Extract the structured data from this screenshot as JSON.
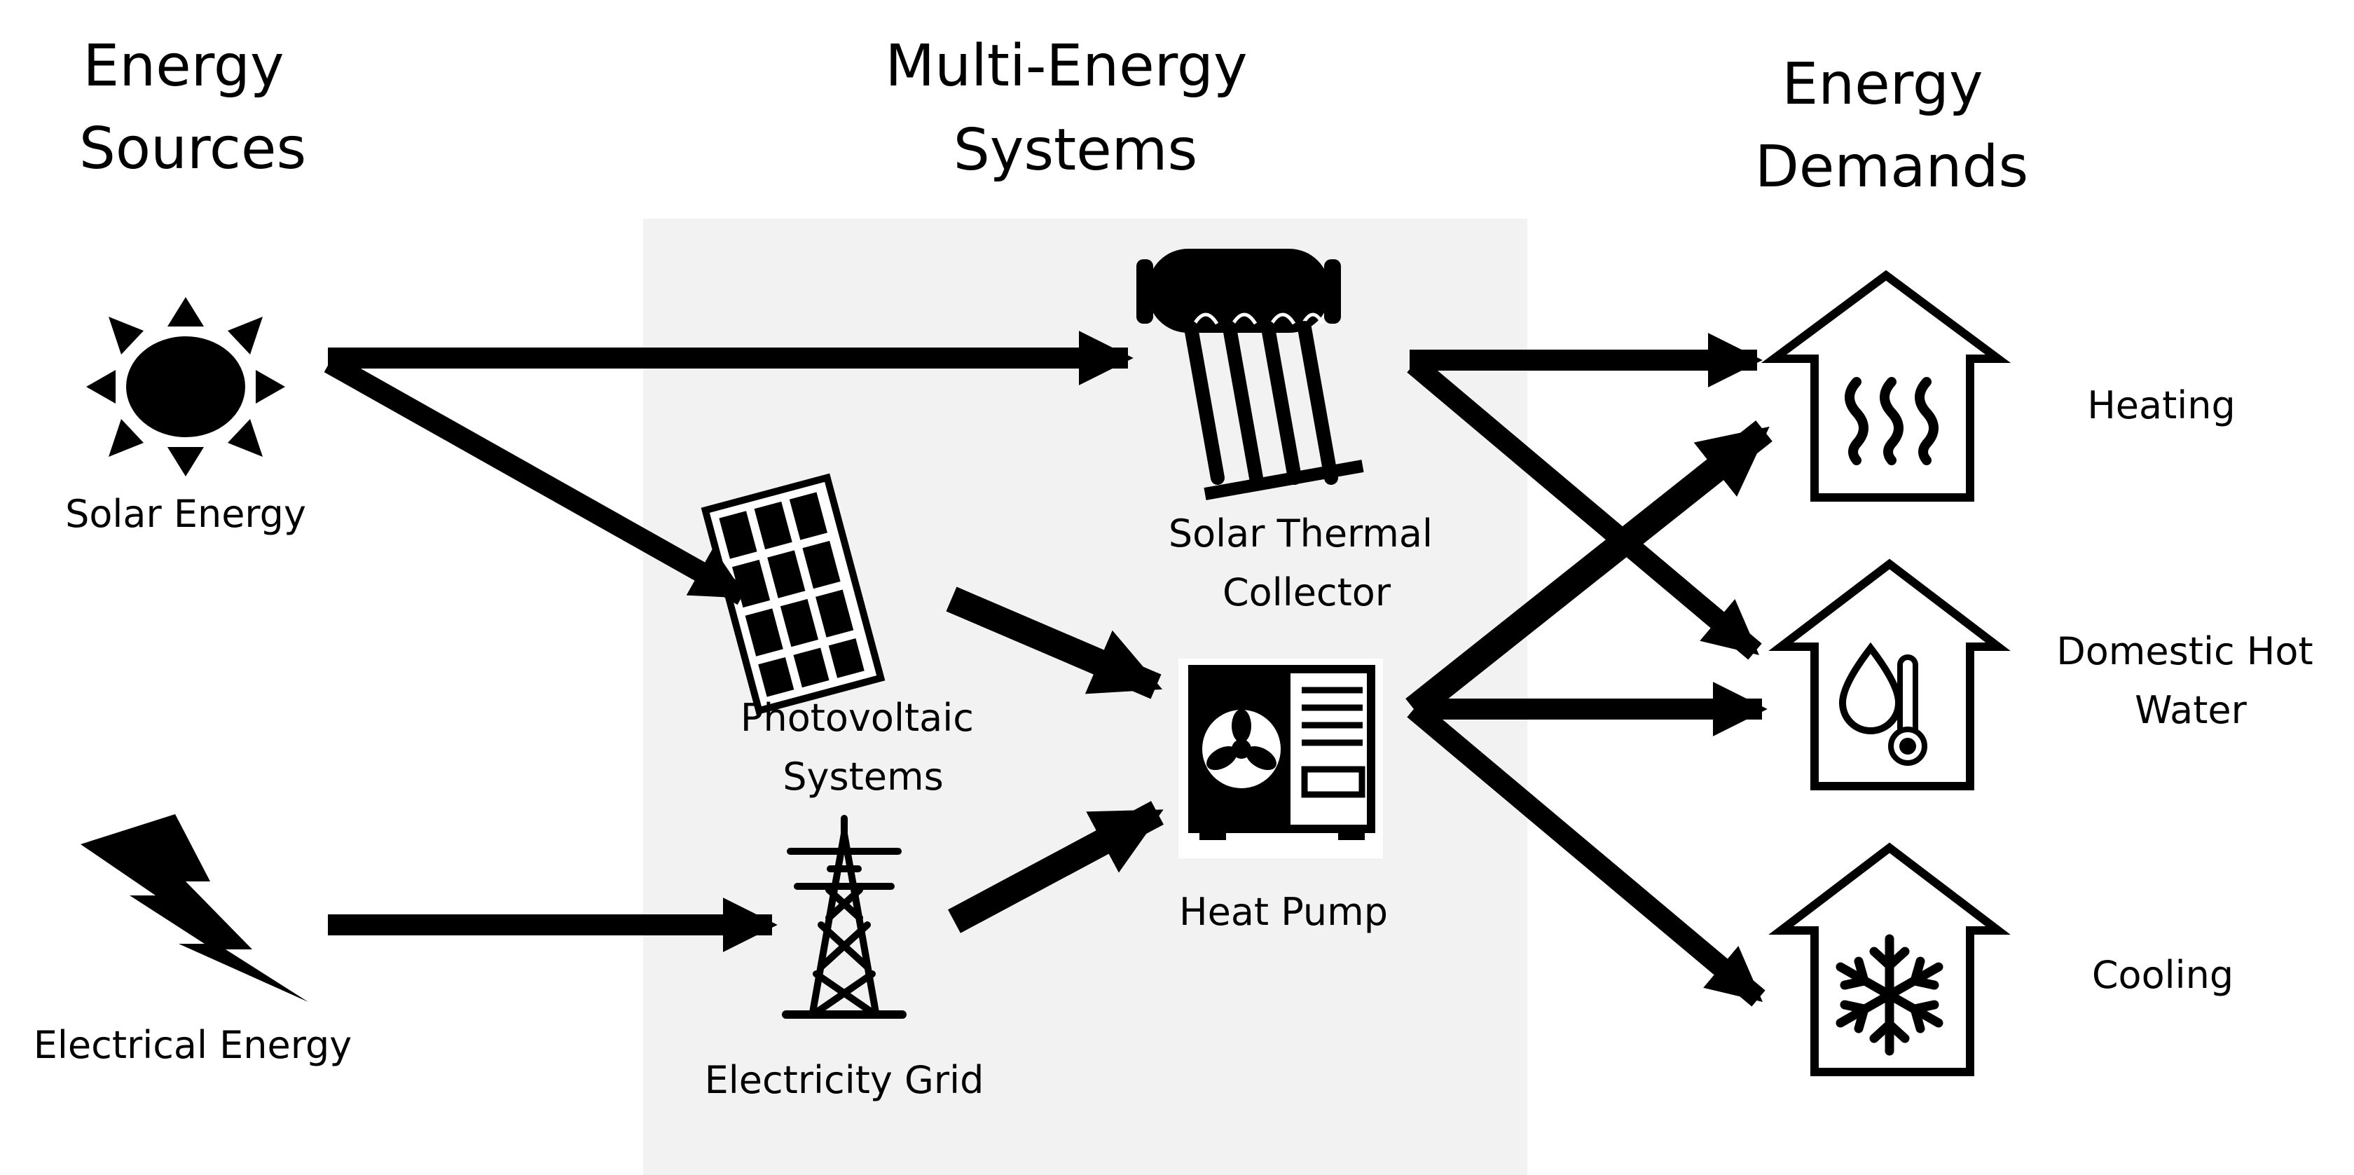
{
  "titles": {
    "sources": [
      "Energy",
      "Sources"
    ],
    "systems": [
      "Multi-Energy",
      "Systems"
    ],
    "demands": [
      "Energy",
      "Demands"
    ]
  },
  "sources": {
    "solar": "Solar Energy",
    "electrical": "Electrical Energy"
  },
  "systems": {
    "solar_thermal": [
      "Solar Thermal",
      "Collector"
    ],
    "photovoltaic": [
      "Photovoltaic",
      "Systems"
    ],
    "heat_pump": "Heat Pump",
    "grid": "Electricity Grid"
  },
  "demands": {
    "heating": "Heating",
    "dhw": [
      "Domestic Hot",
      "Water"
    ],
    "cooling": "Cooling"
  },
  "colors": {
    "panel": "#f2f2f2",
    "ink": "#000000"
  },
  "icons": {
    "solar": "sun-icon",
    "electrical": "lightning-bolt-icon",
    "solar_thermal": "solar-thermal-collector-icon",
    "photovoltaic": "solar-panel-icon",
    "heat_pump": "heat-pump-icon",
    "grid": "transmission-tower-icon",
    "heating": "house-heating-icon",
    "dhw": "house-water-thermometer-icon",
    "cooling": "house-snowflake-icon"
  }
}
